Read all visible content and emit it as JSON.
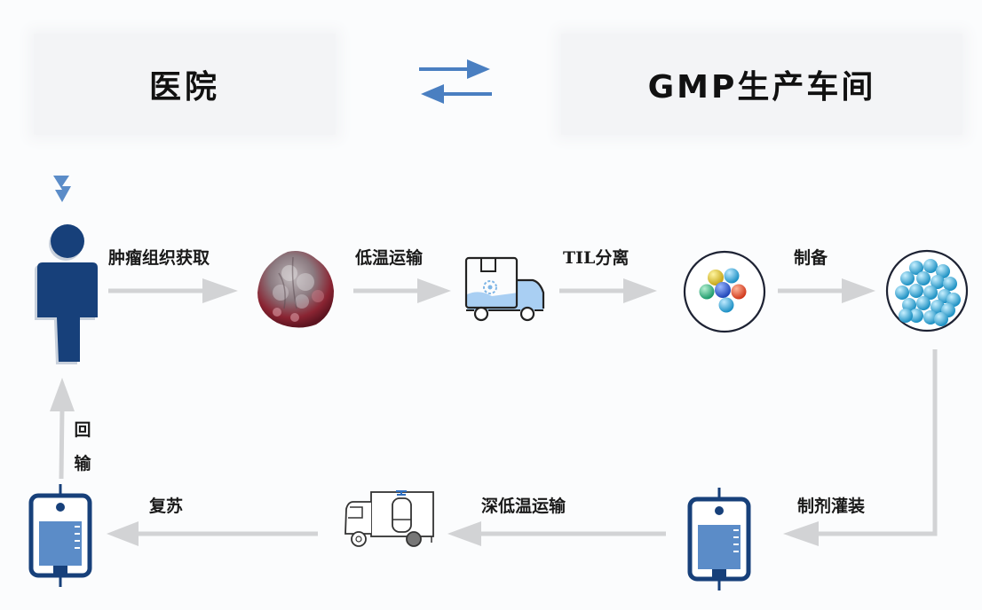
{
  "title": "TIL细胞治疗流程",
  "header": {
    "left": "医院",
    "right": "GMP生产车间",
    "exchange_icon": "bidirectional-arrows-icon",
    "accent_color": "#4a7fc1"
  },
  "steps": {
    "tumor_collection": "肿瘤组织获取",
    "cold_transport": "低温运输",
    "til_isolation": "TIL分离",
    "preparation": "制备",
    "formulation_filling": "制剂灌装",
    "deep_cold_transport": "深低温运输",
    "thaw": "复苏",
    "reinfusion": "回输"
  },
  "icons": {
    "patient": "person-icon",
    "tumor": "tumor-tissue-icon",
    "refrigerated_truck": "refrigerated-truck-icon",
    "til_cells": "mixed-cells-dish-icon",
    "expanded_cells": "expanded-cells-dish-icon",
    "infusion_bag": "infusion-bag-icon",
    "cryo_truck": "cryogenic-truck-icon"
  },
  "colors": {
    "navy": "#17407a",
    "arrow_gray": "#d2d3d5",
    "cell_blue": "#2aa3d6"
  }
}
